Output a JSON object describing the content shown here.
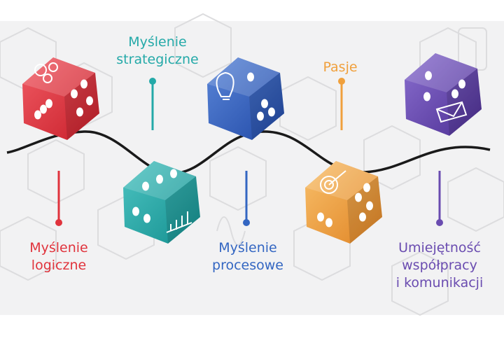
{
  "colors": {
    "background": "#f2f2f3",
    "pattern": "#d9d9db",
    "wave": "#1a1a1a",
    "red": "#e8333f",
    "teal": "#24a9a8",
    "blue": "#3365c4",
    "orange": "#f0a03c",
    "purple": "#6a4cb0"
  },
  "nodes": [
    {
      "id": "logiczne",
      "lines": [
        "Myślenie",
        "logiczne"
      ],
      "color": "#e0333c",
      "icon": "gears-icon",
      "position": "below"
    },
    {
      "id": "strategiczne",
      "lines": [
        "Myślenie",
        "strategiczne"
      ],
      "color": "#24a9a8",
      "icon": "bar-chart-icon",
      "position": "above"
    },
    {
      "id": "procesowe",
      "lines": [
        "Myślenie",
        "procesowe"
      ],
      "color": "#3366c2",
      "icon": "lightbulb-icon",
      "position": "below"
    },
    {
      "id": "pasje",
      "lines": [
        "Pasje"
      ],
      "color": "#f0a03c",
      "icon": "target-icon",
      "position": "above"
    },
    {
      "id": "komunikacja",
      "lines": [
        "Umiejętność",
        "współpracy",
        "i komunikacji"
      ],
      "color": "#6a4cb0",
      "icon": "envelope-icon",
      "position": "below"
    }
  ]
}
